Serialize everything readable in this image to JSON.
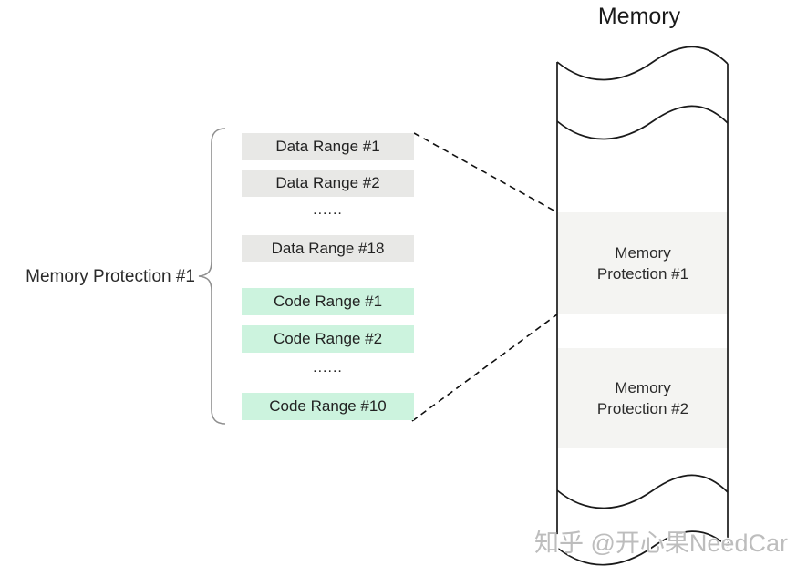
{
  "diagram": {
    "title": "Memory",
    "brace_label": "Memory Protection #1",
    "ranges": [
      {
        "label": "Data Range #1",
        "type": "data"
      },
      {
        "label": "Data Range #2",
        "type": "data"
      },
      {
        "label": "......",
        "type": "ellipsis"
      },
      {
        "label": "Data Range #18",
        "type": "data"
      },
      {
        "label": "Code Range #1",
        "type": "code"
      },
      {
        "label": "Code Range #2",
        "type": "code"
      },
      {
        "label": "......",
        "type": "ellipsis"
      },
      {
        "label": "Code Range #10",
        "type": "code"
      }
    ],
    "memory_regions": [
      {
        "label": "Memory Protection #1"
      },
      {
        "label": "Memory Protection #2"
      }
    ],
    "colors": {
      "data_range_bg": "#e8e8e6",
      "code_range_bg": "#ccf3de",
      "region_bg": "#f4f4f2",
      "outline": "#1a1a1a",
      "brace": "#8f8f8f"
    },
    "watermark": "知乎 @开心果NeedCar"
  }
}
